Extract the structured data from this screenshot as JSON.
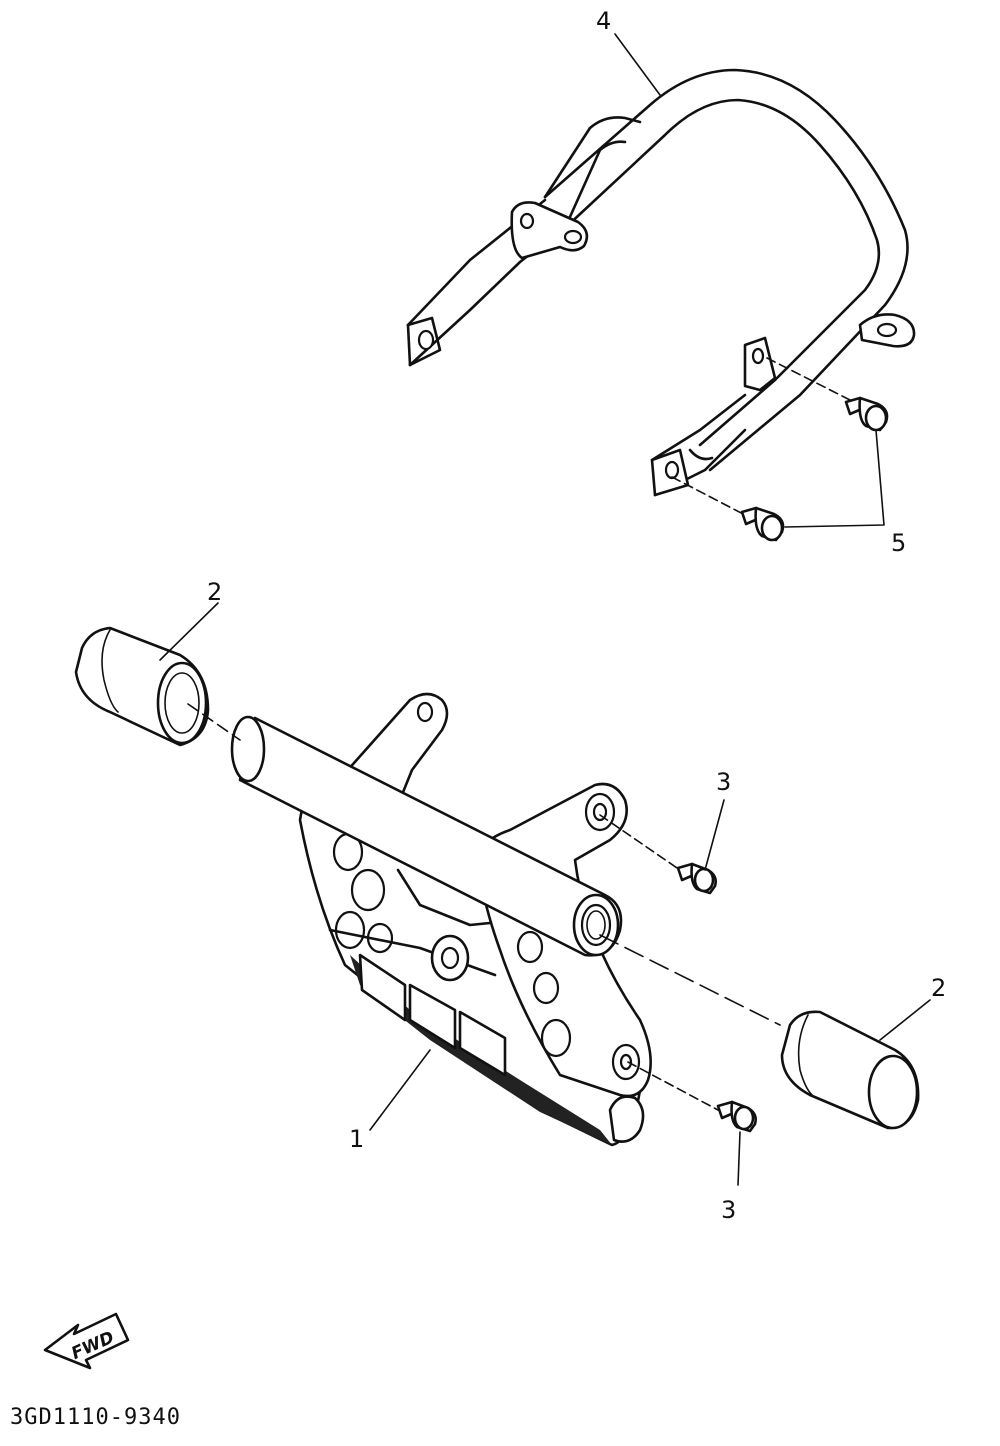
{
  "callouts": {
    "part1": "1",
    "part2_left": "2",
    "part2_right": "2",
    "part3_top": "3",
    "part3_bottom": "3",
    "part4": "4",
    "part5": "5"
  },
  "direction_arrow": {
    "label": "FWD",
    "icon": "forward-arrow-icon"
  },
  "diagram_code": "3GD1110-9340"
}
